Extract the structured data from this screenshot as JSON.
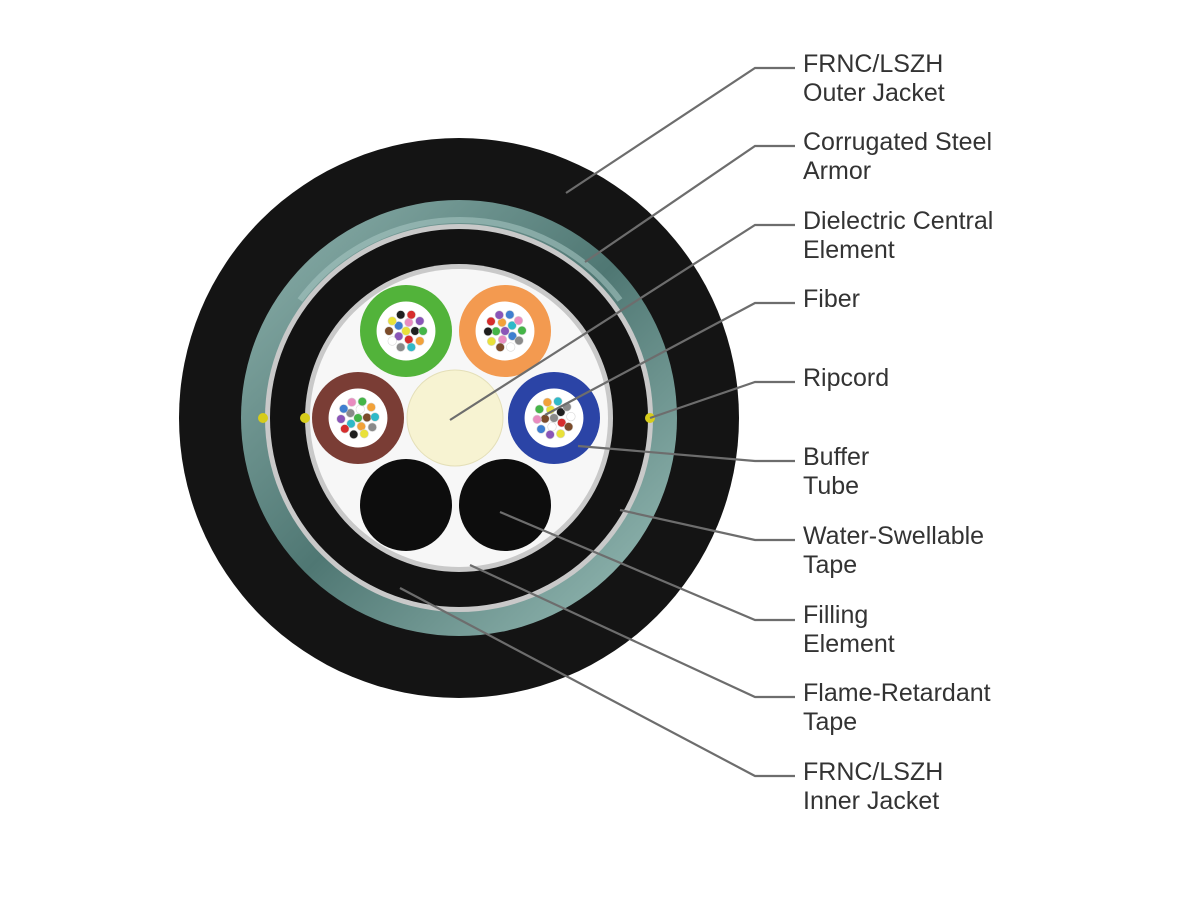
{
  "colors": {
    "outer_jacket": "#141414",
    "armor": "#567d79",
    "armor_highlight": "#a9c9c4",
    "tape": "#c9c9c9",
    "inner_jacket": "#121212",
    "core_fill": "#f7f7f7",
    "central_element": "#f7f3d2",
    "filling_element": "#0d0d0d",
    "leader_line": "#6d6d6d",
    "ripcord": "#d6cc1a",
    "text": "#333333"
  },
  "buffer_tubes": [
    {
      "color": "#52b33a"
    },
    {
      "color": "#f39a50"
    },
    {
      "color": "#7a3d35"
    },
    {
      "color": "#2b44a6"
    }
  ],
  "fiber_colors": [
    "#e9e13a",
    "#1f1f1f",
    "#d62d2d",
    "#8a55b8",
    "#3f7fd0",
    "#e98cc0",
    "#45b548",
    "#f2a23a",
    "#2fb9c8",
    "#8a8a8a",
    "#ffffff",
    "#7b4b2a"
  ],
  "labels": [
    {
      "key": "outer-jacket",
      "lines": [
        "FRNC/LSZH",
        "Outer Jacket"
      ]
    },
    {
      "key": "corrugated-steel-armor",
      "lines": [
        "Corrugated Steel",
        "Armor"
      ]
    },
    {
      "key": "dielectric-central-element",
      "lines": [
        "Dielectric Central",
        "Element"
      ]
    },
    {
      "key": "fiber",
      "lines": [
        "Fiber"
      ]
    },
    {
      "key": "ripcord",
      "lines": [
        "Ripcord"
      ]
    },
    {
      "key": "buffer-tube",
      "lines": [
        "Buffer",
        "Tube"
      ]
    },
    {
      "key": "water-swellable-tape",
      "lines": [
        "Water-Swellable",
        "Tape"
      ]
    },
    {
      "key": "filling-element",
      "lines": [
        "Filling",
        "Element"
      ]
    },
    {
      "key": "flame-retardant-tape",
      "lines": [
        "Flame-Retardant",
        "Tape"
      ]
    },
    {
      "key": "inner-jacket",
      "lines": [
        "FRNC/LSZH",
        "Inner Jacket"
      ]
    }
  ]
}
